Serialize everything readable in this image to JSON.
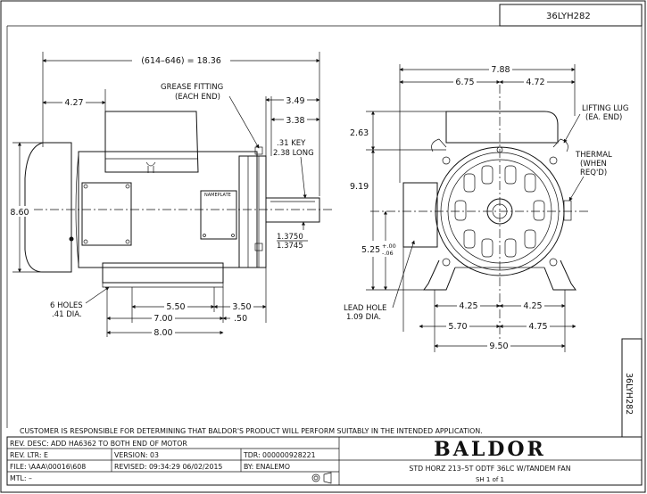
{
  "drawing_number": "36LYH282",
  "side_drawing_number": "36LYH282",
  "dimensions": {
    "overall_length": "(614–646) = 18.36",
    "shaft_to_front": "4.27",
    "shaft_ext_a": "3.49",
    "shaft_ext_b": "3.38",
    "key": ".31 KEY",
    "key_long": "2.38 LONG",
    "shaft_dia_a": "1.3750",
    "shaft_dia_b": "1.3745",
    "height": "8.60",
    "base_550": "5.50",
    "base_700": "7.00",
    "base_800": "8.00",
    "base_350": "3.50",
    "base_050": ".50",
    "end_width": "7.88",
    "end_left": "6.75",
    "end_right": "4.72",
    "end_top": "2.63",
    "end_height": "9.19",
    "shaft_center": "5.25",
    "tol_plus": "+.00",
    "tol_minus": "-.06",
    "foot_left": "4.25",
    "foot_right": "4.25",
    "base_left": "5.70",
    "base_right": "4.75",
    "base_total": "9.50"
  },
  "labels": {
    "grease_fitting": "GREASE FITTING",
    "each_end": "(EACH END)",
    "holes": "6 HOLES",
    "hole_dia": ".41 DIA.",
    "nameplate": "NAMEPLATE",
    "lifting_lug": "LIFTING LUG",
    "lifting_lug_end": "(EA. END)",
    "thermal": "THERMAL",
    "thermal_when": "(WHEN",
    "thermal_reqd": "REQ'D)",
    "lead_hole": "LEAD HOLE",
    "lead_hole_dia": "1.09 DIA."
  },
  "disclaimer": "CUSTOMER IS RESPONSIBLE FOR DETERMINING THAT BALDOR'S PRODUCT WILL PERFORM SUITABLY IN THE INTENDED APPLICATION.",
  "title_block": {
    "rev_desc": "REV. DESC:  ADD HA6362 TO BOTH END OF MOTOR",
    "rev_ltr": "REV. LTR:  E",
    "version": "VERSION: 03",
    "tdr": "TDR: 000000928221",
    "file": "FILE: \\AAA\\00016\\608",
    "revised": "REVISED: 09:34:29 06/02/2015",
    "by": "BY: ENALEMO",
    "mtl": "MTL: –",
    "brand": "BALDOR",
    "description": "STD HORZ 213–5T ODTF 36LC W/TANDEM FAN",
    "sheet": "SH 1 of 1"
  }
}
